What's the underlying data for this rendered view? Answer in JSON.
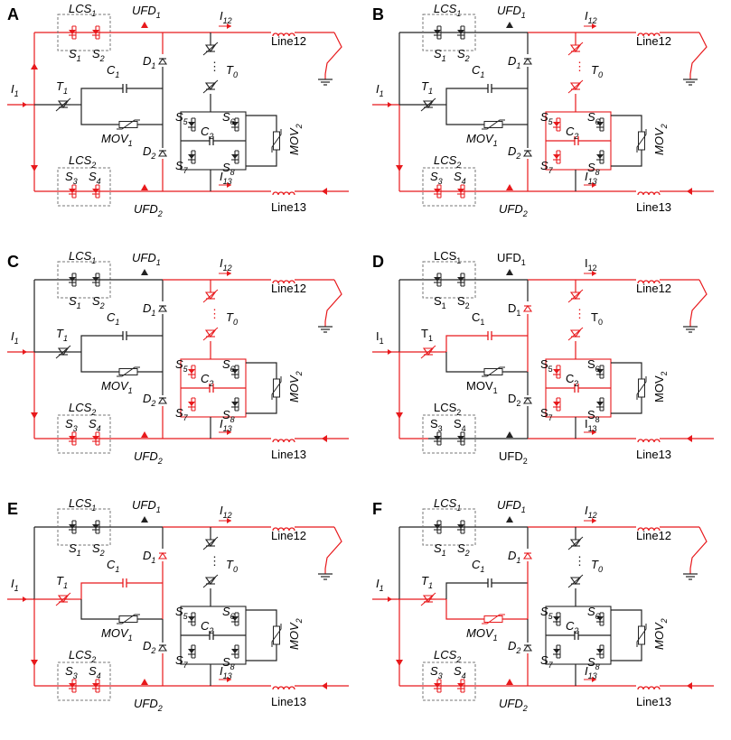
{
  "colors": {
    "active": "#e8191c",
    "idle": "#222222",
    "dash": "#777777"
  },
  "panels": [
    {
      "letter": "A",
      "labels": {
        "lcs1": "LCS1",
        "lcs2": "LCS2",
        "ufd1": "UFD1",
        "ufd2": "UFD2",
        "i1": "I1",
        "i12": "I12",
        "i13": "I13",
        "t1": "T1",
        "c1": "C1",
        "mov1": "MOV1",
        "d1": "D1",
        "d2": "D2",
        "t0": "T0",
        "c2": "C2",
        "mov2": "MOV2",
        "s1": "S1",
        "s2": "S2",
        "s3": "S3",
        "s4": "S4",
        "s5": "S5",
        "s6": "S6",
        "s7": "S7",
        "s8": "S8",
        "line12": "Line12",
        "line13": "Line13"
      },
      "italic": true,
      "active": [
        "feed",
        "busTop",
        "busBottom",
        "lcs1",
        "lcs2",
        "lineTop",
        "lineBottom",
        "fault"
      ]
    },
    {
      "letter": "B",
      "labels": {
        "lcs1": "LCS1",
        "lcs2": "LCS2",
        "ufd1": "UFD1",
        "ufd2": "UFD2",
        "i1": "I1",
        "i12": "I12",
        "i13": "I13",
        "t1": "T1",
        "c1": "C1",
        "mov1": "MOV1",
        "d1": "D1",
        "d2": "D2",
        "t0": "T0",
        "c2": "C2",
        "mov2": "MOV2",
        "s1": "S1",
        "s2": "S2",
        "s3": "S3",
        "s4": "S4",
        "s5": "S5",
        "s6": "S6",
        "s7": "S7",
        "s8": "S8",
        "line12": "Line12",
        "line13": "Line13"
      },
      "italic": true,
      "active": [
        "feed",
        "busBottom",
        "lcs2",
        "lineTop",
        "lineBottom",
        "fault",
        "t0",
        "s57",
        "c2"
      ]
    },
    {
      "letter": "C",
      "labels": {
        "lcs1": "LCS1",
        "lcs2": "LCS2",
        "ufd1": "UFD1",
        "ufd2": "UFD2",
        "i1": "I1",
        "i12": "I12",
        "i13": "I13",
        "t1": "T1",
        "c1": "C1",
        "mov1": "MOV1",
        "d1": "D1",
        "d2": "D2",
        "t0": "T0",
        "c2": "C2",
        "mov2": "MOV2",
        "s1": "S1",
        "s2": "S2",
        "s3": "S3",
        "s4": "S4",
        "s5": "S5",
        "s6": "S6",
        "s7": "S7",
        "s8": "S8",
        "line12": "Line12",
        "line13": "Line13"
      },
      "italic": true,
      "active": [
        "feed",
        "busBottom",
        "lcs2",
        "lineTop",
        "lineBottom",
        "fault",
        "t0",
        "s57",
        "c2"
      ]
    },
    {
      "letter": "D",
      "labels": {
        "lcs1": "LCS1",
        "lcs2": "LCS2",
        "ufd1": "UFD1",
        "ufd2": "UFD2",
        "i1": "I1",
        "i12": "I12",
        "i13": "I13",
        "t1": "T1",
        "c1": "C1",
        "mov1": "MOV1",
        "d1": "D1",
        "d2": "D2",
        "t0": "T0",
        "c2": "C2",
        "mov2": "MOV2",
        "s1": "S1",
        "s2": "S2",
        "s3": "S3",
        "s4": "S4",
        "s5": "S5",
        "s6": "S6",
        "s7": "S7",
        "s8": "S8",
        "line12": "Line12",
        "line13": "Line13"
      },
      "italic": false,
      "active": [
        "feed",
        "lineTop",
        "lineBottom",
        "fault",
        "t1",
        "c1",
        "d1",
        "t0",
        "s57",
        "c2",
        "leftBottom"
      ]
    },
    {
      "letter": "E",
      "labels": {
        "lcs1": "LCS1",
        "lcs2": "LCS2",
        "ufd1": "UFD1",
        "ufd2": "UFD2",
        "i1": "I1",
        "i12": "I12",
        "i13": "I13",
        "t1": "T1",
        "c1": "C1",
        "mov1": "MOV1",
        "d1": "D1",
        "d2": "D2",
        "t0": "T0",
        "c2": "C2",
        "mov2": "MOV2",
        "s1": "S1",
        "s2": "S2",
        "s3": "S3",
        "s4": "S4",
        "s5": "S5",
        "s6": "S6",
        "s7": "S7",
        "s8": "S8",
        "line12": "Line12",
        "line13": "Line13"
      },
      "italic": true,
      "active": [
        "feed",
        "busBottom",
        "lcs2",
        "lineTop",
        "lineBottom",
        "fault",
        "t1",
        "c1",
        "d1"
      ]
    },
    {
      "letter": "F",
      "labels": {
        "lcs1": "LCS1",
        "lcs2": "LCS2",
        "ufd1": "UFD1",
        "ufd2": "UFD2",
        "i1": "I1",
        "i12": "I12",
        "i13": "I13",
        "t1": "T1",
        "c1": "C1",
        "mov1": "MOV1",
        "d1": "D1",
        "d2": "D2",
        "t0": "T0",
        "c2": "C2",
        "mov2": "MOV2",
        "s1": "S1",
        "s2": "S2",
        "s3": "S3",
        "s4": "S4",
        "s5": "S5",
        "s6": "S6",
        "s7": "S7",
        "s8": "S8",
        "line12": "Line12",
        "line13": "Line13"
      },
      "italic": true,
      "active": [
        "feed",
        "busBottom",
        "lcs2",
        "lineTop",
        "lineBottom",
        "fault",
        "t1",
        "mov1",
        "d1"
      ]
    }
  ]
}
